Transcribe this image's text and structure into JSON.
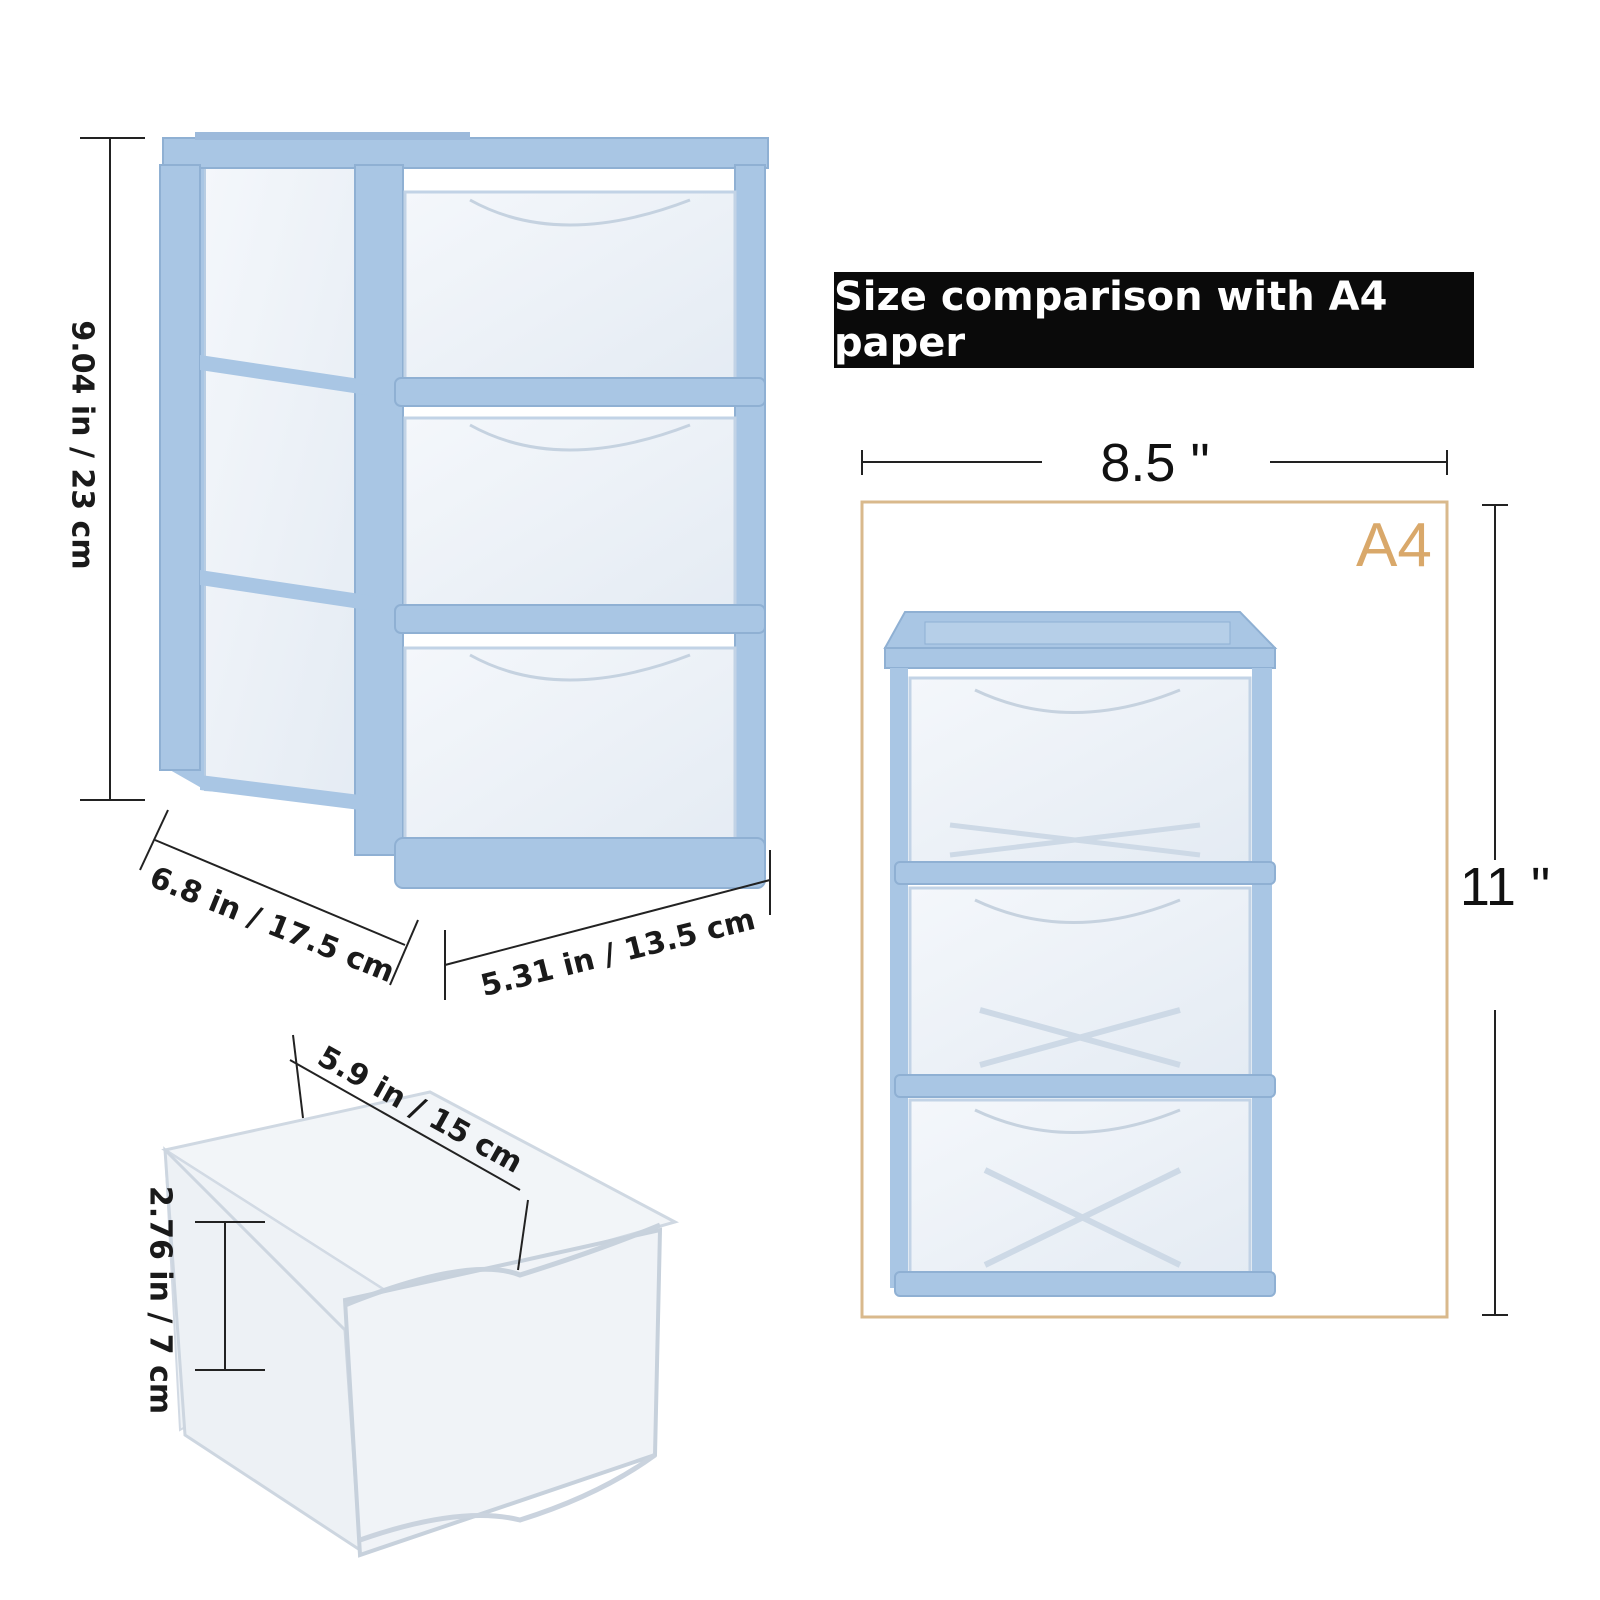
{
  "banner": {
    "text": "Size comparison with A4 paper"
  },
  "dimensions": {
    "height": "9.04 in / 23 cm",
    "depth": "6.8 in / 17.5 cm",
    "width": "5.31 in / 13.5 cm",
    "drawer_length": "5.9 in / 15 cm",
    "drawer_height": "2.76 in / 7 cm"
  },
  "paper": {
    "label": "A4",
    "width": "8.5 \"",
    "height": "11 \""
  },
  "colors": {
    "frame_blue": "#a9c6e4",
    "frame_blue_dark": "#8fb0d3",
    "paper_outline": "#d9b98c",
    "a4_text": "#d9a86a",
    "banner_bg": "#0a0a0a"
  }
}
